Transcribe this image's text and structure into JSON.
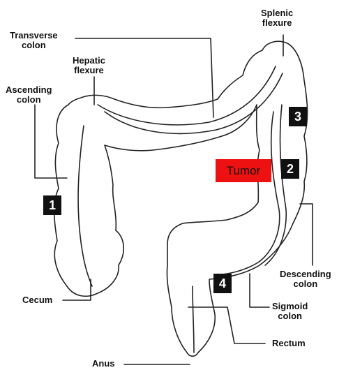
{
  "labels": {
    "transverse_colon": [
      "Transverse",
      "colon"
    ],
    "splenic_flexure": [
      "Splenic",
      "flexure"
    ],
    "hepatic_flexure": [
      "Hepatic",
      "flexure"
    ],
    "ascending_colon": [
      "Ascending",
      "colon"
    ],
    "descending_colon": [
      "Descending",
      "colon"
    ],
    "sigmoid_colon": [
      "Sigmoid",
      "colon"
    ],
    "rectum": "Rectum",
    "cecum": "Cecum",
    "anus": "Anus"
  },
  "tumor": {
    "label": "Tumor",
    "color": "#ee1111"
  },
  "markers": [
    {
      "id": "1",
      "color": "#111111"
    },
    {
      "id": "2",
      "color": "#111111"
    },
    {
      "id": "3",
      "color": "#111111"
    },
    {
      "id": "4",
      "color": "#111111"
    }
  ]
}
